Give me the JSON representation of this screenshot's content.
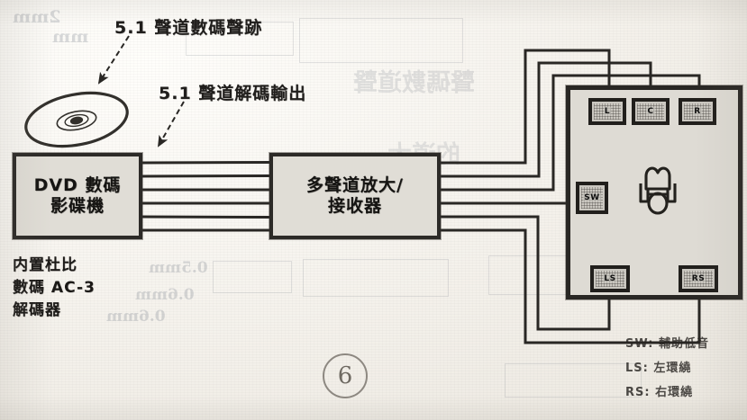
{
  "figure": {
    "title_annotations": [
      {
        "id": "digital-soundtrack",
        "text": "5.1 聲道數碼聲跡"
      },
      {
        "id": "decoded-output",
        "text": "5.1 聲道解碼輸出"
      }
    ],
    "page_number": "6"
  },
  "devices": {
    "dvd_player": {
      "name": "dvd-player",
      "lines": [
        "DVD 數碼",
        "影碟機"
      ]
    },
    "amplifier": {
      "name": "multichannel-amplifier-receiver",
      "lines": [
        "多聲道放大/",
        "接收器"
      ]
    }
  },
  "notes": {
    "dvd_feature": {
      "lines": [
        "内置杜比",
        "數碼 AC-3",
        "解碼器"
      ]
    }
  },
  "room": {
    "name": "listening-room",
    "listener_label": "listener",
    "speakers": [
      {
        "id": "front-left",
        "label": "L",
        "position": "top-left"
      },
      {
        "id": "center",
        "label": "C",
        "position": "top-center"
      },
      {
        "id": "front-right",
        "label": "R",
        "position": "top-right"
      },
      {
        "id": "subwoofer",
        "label": "SW",
        "position": "mid-left"
      },
      {
        "id": "left-surround",
        "label": "LS",
        "position": "bottom-left"
      },
      {
        "id": "right-surround",
        "label": "RS",
        "position": "bottom-right"
      }
    ]
  },
  "legend": {
    "entries": [
      {
        "abbr": "SW",
        "text": "SW: 輔助低音"
      },
      {
        "abbr": "LS",
        "text": "LS: 左環繞"
      },
      {
        "abbr": "RS",
        "text": "RS: 右環繞"
      }
    ]
  },
  "bleed_through": {
    "fragments": [
      {
        "text": "2mm"
      },
      {
        "text": "mm"
      },
      {
        "text": "0.5mm"
      },
      {
        "text": "0.6mm"
      },
      {
        "text": "0.6mm"
      }
    ]
  },
  "colors": {
    "ink": "#23211e",
    "paper": "#f2efe9",
    "device_fill": "#dedbd4",
    "room_fill": "#dcd9d2",
    "speaker_fill": "#c9c6bf"
  }
}
